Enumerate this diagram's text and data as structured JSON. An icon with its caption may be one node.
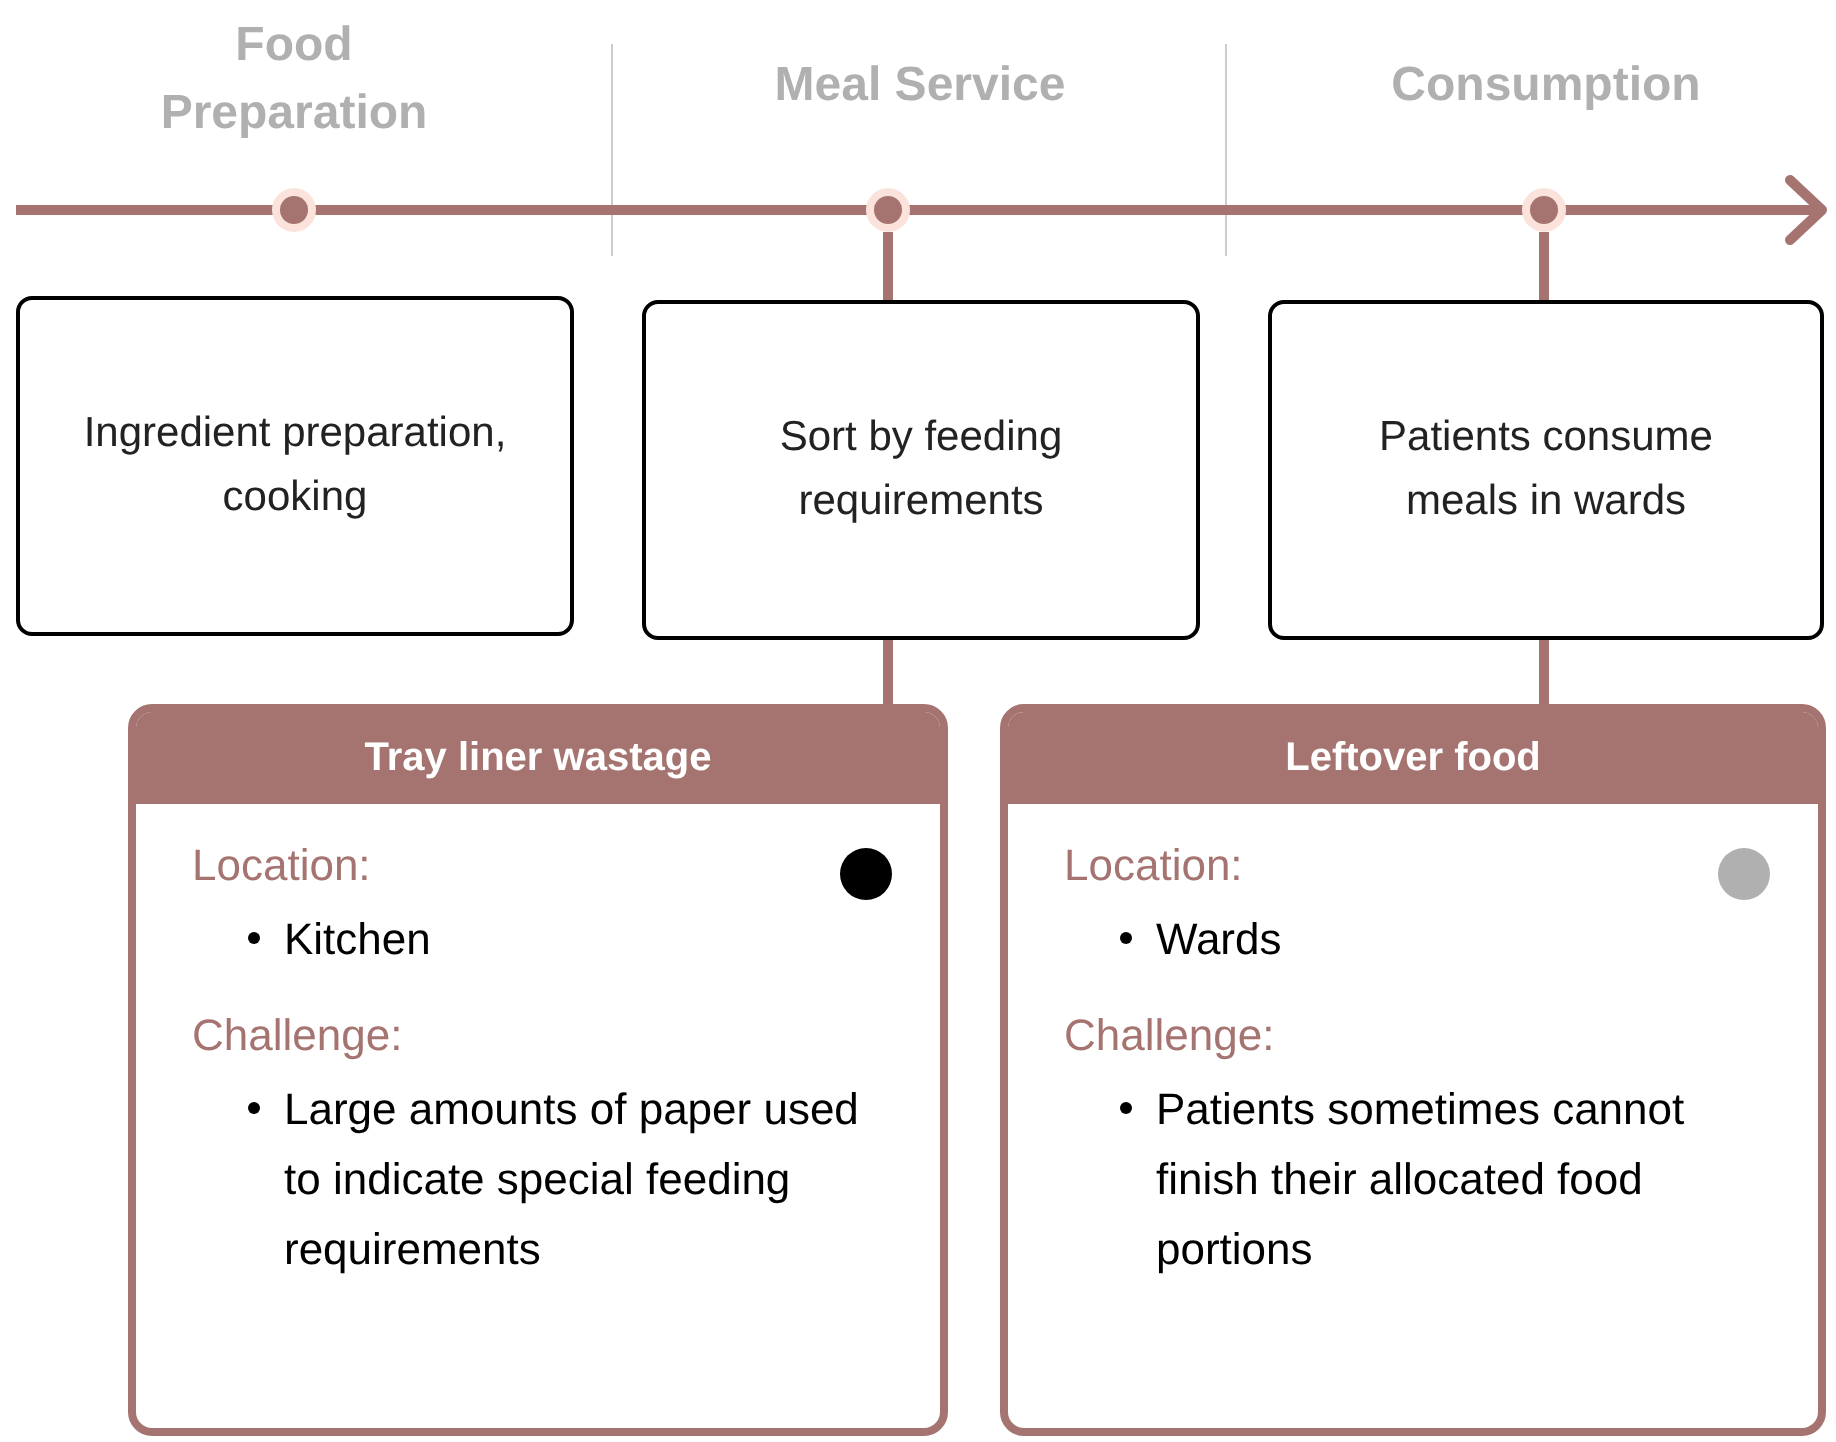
{
  "diagram": {
    "nodes": [
      {
        "text": [],
        "shape": "circle"
      },
      {
        "text": [],
        "shape": "circle"
      },
      {
        "text": [],
        "shape": "circle"
      },
      {
        "text": [
          "Ingredient preparation, cooking"
        ]
      },
      {
        "text": [
          "Sort by feeding requirements"
        ]
      },
      {
        "text": [
          "Patients consume meals in wards"
        ]
      },
      {
        "text": [
          "Tray liner wastage",
          "Location:",
          "Kitchen",
          "Challenge:",
          "Large amounts of paper used to indicate special feeding requirements"
        ]
      },
      {
        "text": [
          "Leftover food",
          "Location:",
          "Wards",
          "Challenge:",
          "Patients sometimes cannot finish their allocated food portions"
        ]
      }
    ],
    "edges": [
      {
        "from": 1,
        "to": 4,
        "arrow": "none"
      },
      {
        "from": 2,
        "to": 5,
        "arrow": "none"
      },
      {
        "from": 4,
        "to": 6,
        "arrow": "none"
      },
      {
        "from": 5,
        "to": 7,
        "arrow": "none"
      }
    ],
    "labels": [
      "Food Preparation",
      "Meal Service",
      "Consumption"
    ]
  }
}
